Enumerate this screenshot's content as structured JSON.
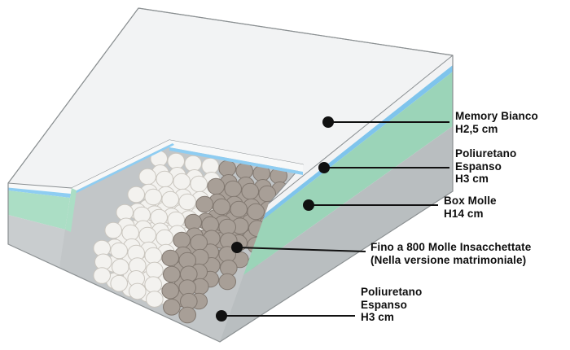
{
  "figure": {
    "name": "Sezione materasso con molle insacchettate",
    "type": "mattress-cutaway-diagram"
  },
  "labels": [
    {
      "id": "memory",
      "lines": [
        "Memory Bianco",
        "H2,5 cm"
      ]
    },
    {
      "id": "poliuretano_top",
      "lines": [
        "Poliuretano",
        "Espanso",
        "H3 cm"
      ]
    },
    {
      "id": "box_molle",
      "lines": [
        "Box Molle",
        "H14 cm"
      ]
    },
    {
      "id": "molle_insacchettate",
      "lines": [
        "Fino a 800 Molle Insacchettate",
        "(Nella versione matrimoniale)"
      ]
    },
    {
      "id": "poliuretano_bottom",
      "lines": [
        "Poliuretano",
        "Espanso",
        "H3 cm"
      ]
    }
  ],
  "colors": {
    "memory_white": "#f2f3f4",
    "memory_white_edge": "#f7f8f8",
    "foam_blue": "#8ecdf2",
    "foam_blue_dark": "#7fc4ec",
    "box_green": "#abdec5",
    "box_green_dark": "#9bd4b8",
    "box_green_inner": "#cdeadb",
    "base_gray": "#c9cdcf",
    "base_gray_dark": "#b9bec0",
    "interior_gray": "#c2c6c8",
    "spring_light": "#f3f2ef",
    "spring_dark": "#a89f97",
    "callout_black": "#111111"
  }
}
